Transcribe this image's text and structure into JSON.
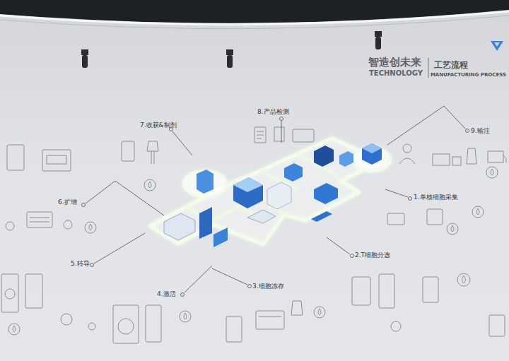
{
  "diagram": {
    "labels": [
      "智造创未来",
      "TECHNOLOGY",
      "工艺流程",
      "MANUFACTURING PROCESS",
      "7.收获&制剂",
      "8.产品检测",
      "9.输注",
      "1.单核细胞采集",
      "2.T细胞分选",
      "3.细胞冻存",
      "4.激活",
      "5.转导",
      "6.扩增"
    ]
  }
}
